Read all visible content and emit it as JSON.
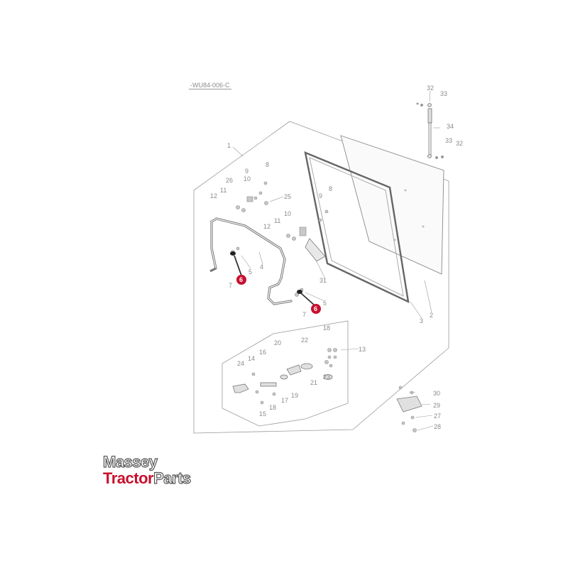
{
  "reference_code": "-WU84-006-C",
  "logo": {
    "line1": "Massey",
    "line2_red": "Tractor",
    "line2_outline": "Parts"
  },
  "colors": {
    "highlight": "#c8102e",
    "line": "#8a8a8a",
    "background": "#ffffff"
  },
  "callouts": [
    "1",
    "2",
    "3",
    "4",
    "5",
    "6",
    "7",
    "8",
    "9",
    "10",
    "11",
    "12",
    "13",
    "14",
    "15",
    "16",
    "17",
    "18",
    "19",
    "20",
    "21",
    "22",
    "23",
    "24",
    "25",
    "26",
    "27",
    "28",
    "29",
    "30",
    "31",
    "32",
    "33",
    "34"
  ],
  "highlighted": [
    "6"
  ]
}
